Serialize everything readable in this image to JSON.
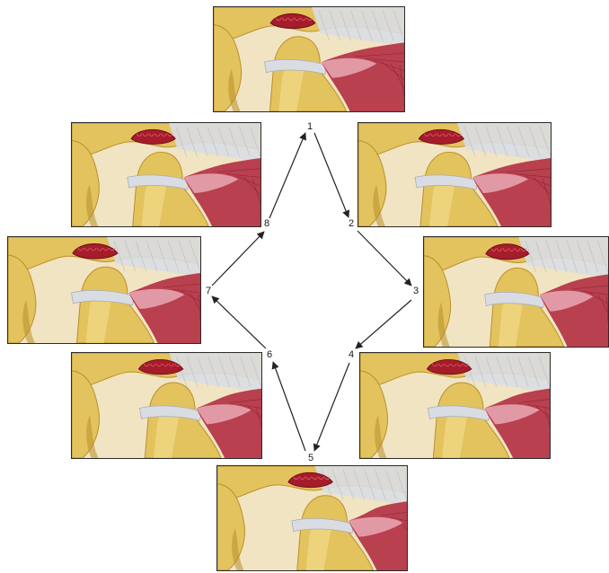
{
  "diagram": {
    "steps": [
      {
        "label": "1"
      },
      {
        "label": "2"
      },
      {
        "label": "3"
      },
      {
        "label": "4"
      },
      {
        "label": "5"
      },
      {
        "label": "6"
      },
      {
        "label": "7"
      },
      {
        "label": "8"
      }
    ],
    "colors": {
      "bone": "#e3c35e",
      "bone_shadow": "#b88f2b",
      "muscle": "#b8404f",
      "muscle_light": "#e6a3ae",
      "tendon": "#d9dde3",
      "marrow": "#a51c2b",
      "arrow": "#222222"
    }
  }
}
